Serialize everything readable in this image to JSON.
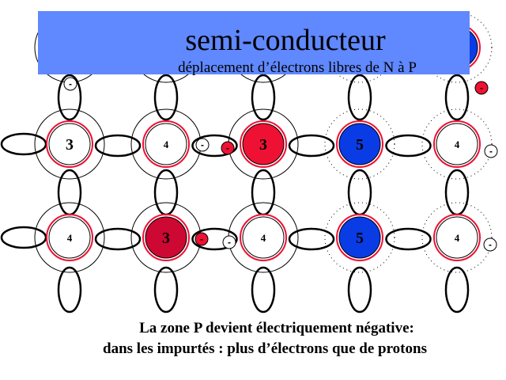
{
  "slide": {
    "title": "semi-conducteur",
    "subtitle": "déplacement d’électrons libres de N à P",
    "caption_line1": "La zone P devient électriquement négative:",
    "caption_line2": "dans les impurtés : plus d’électrons que de protons"
  },
  "colors": {
    "banner": "#6088ff",
    "ring_red": "#ee1133",
    "acceptor_red": "#ee1133",
    "acceptor_dark_red": "#cc0833",
    "donor_blue": "#0a3ce6",
    "bond_black": "#000000"
  },
  "lattice": {
    "columns": 5,
    "rows": 3,
    "atoms": [
      {
        "row": 0,
        "col": 0,
        "label": "",
        "type": "silicon",
        "outer": "solid",
        "partially_hidden": true
      },
      {
        "row": 0,
        "col": 1,
        "label": "",
        "type": "silicon",
        "outer": "solid",
        "partially_hidden": true
      },
      {
        "row": 0,
        "col": 2,
        "label": "",
        "type": "silicon",
        "outer": "solid",
        "partially_hidden": true
      },
      {
        "row": 0,
        "col": 3,
        "label": "",
        "type": "silicon",
        "outer": "dotted",
        "partially_hidden": true
      },
      {
        "row": 0,
        "col": 4,
        "label": "",
        "type": "donor",
        "outer": "dotted",
        "partially_hidden": true
      },
      {
        "row": 1,
        "col": 0,
        "label": "3",
        "type": "acceptor-empty",
        "outer": "solid"
      },
      {
        "row": 1,
        "col": 1,
        "label": "4",
        "type": "silicon",
        "outer": "solid"
      },
      {
        "row": 1,
        "col": 2,
        "label": "3",
        "type": "acceptor-red",
        "outer": "solid"
      },
      {
        "row": 1,
        "col": 3,
        "label": "5",
        "type": "donor",
        "outer": "dotted"
      },
      {
        "row": 1,
        "col": 4,
        "label": "4",
        "type": "silicon",
        "outer": "dotted"
      },
      {
        "row": 2,
        "col": 0,
        "label": "4",
        "type": "silicon",
        "outer": "solid"
      },
      {
        "row": 2,
        "col": 1,
        "label": "3",
        "type": "acceptor-dark",
        "outer": "solid"
      },
      {
        "row": 2,
        "col": 2,
        "label": "4",
        "type": "silicon",
        "outer": "solid"
      },
      {
        "row": 2,
        "col": 3,
        "label": "5",
        "type": "donor",
        "outer": "dotted"
      },
      {
        "row": 2,
        "col": 4,
        "label": "4",
        "type": "silicon",
        "outer": "dotted"
      }
    ],
    "electrons": [
      {
        "label": "-",
        "fill": "white",
        "position": "below-atom-0-0"
      },
      {
        "label": "-",
        "fill": "red",
        "position": "below-right-atom-0-4"
      },
      {
        "label": "-",
        "fill": "white",
        "position": "bond-1-1-right-left"
      },
      {
        "label": "-",
        "fill": "red",
        "position": "bond-1-1-right-right"
      },
      {
        "label": "-",
        "fill": "white",
        "position": "right-of-atom-1-4"
      },
      {
        "label": "-",
        "fill": "red",
        "position": "bond-2-1-right-left"
      },
      {
        "label": "-",
        "fill": "white",
        "position": "bond-2-1-right-right"
      },
      {
        "label": "-",
        "fill": "white",
        "position": "right-of-atom-2-4"
      }
    ]
  }
}
